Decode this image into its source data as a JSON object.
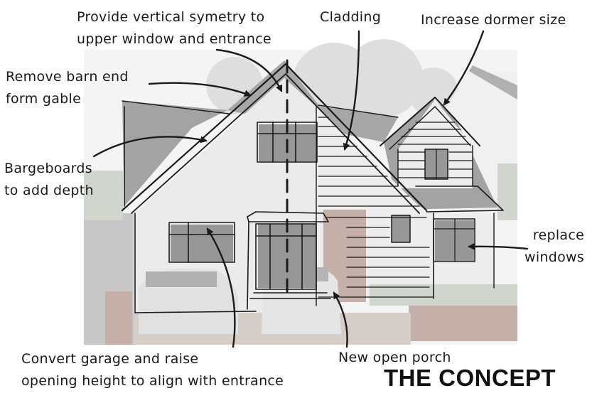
{
  "title": "THE CONCEPT",
  "annotations": {
    "symmetry": [
      "Provide vertical symetry to",
      "upper window and entrance"
    ],
    "cladding": [
      "Cladding"
    ],
    "dormer": [
      "Increase dormer size"
    ],
    "gable": [
      "Remove barn end",
      "form gable"
    ],
    "bargeboards": [
      "Bargeboards",
      "to add depth"
    ],
    "windows": [
      "replace",
      "windows"
    ],
    "garage": [
      "Convert garage and raise",
      "opening height to align with entrance"
    ],
    "porch": [
      "New open porch"
    ]
  },
  "colors": {
    "ink": "#1a1a1a",
    "render": "#e6e6e6",
    "roof": "#8a8a8a",
    "glass": "#7a7a7a",
    "brick": "#b69a92",
    "drive": "#c9bfb9",
    "tree": "#cfcfcf",
    "hedge": "#c3cbc1"
  }
}
